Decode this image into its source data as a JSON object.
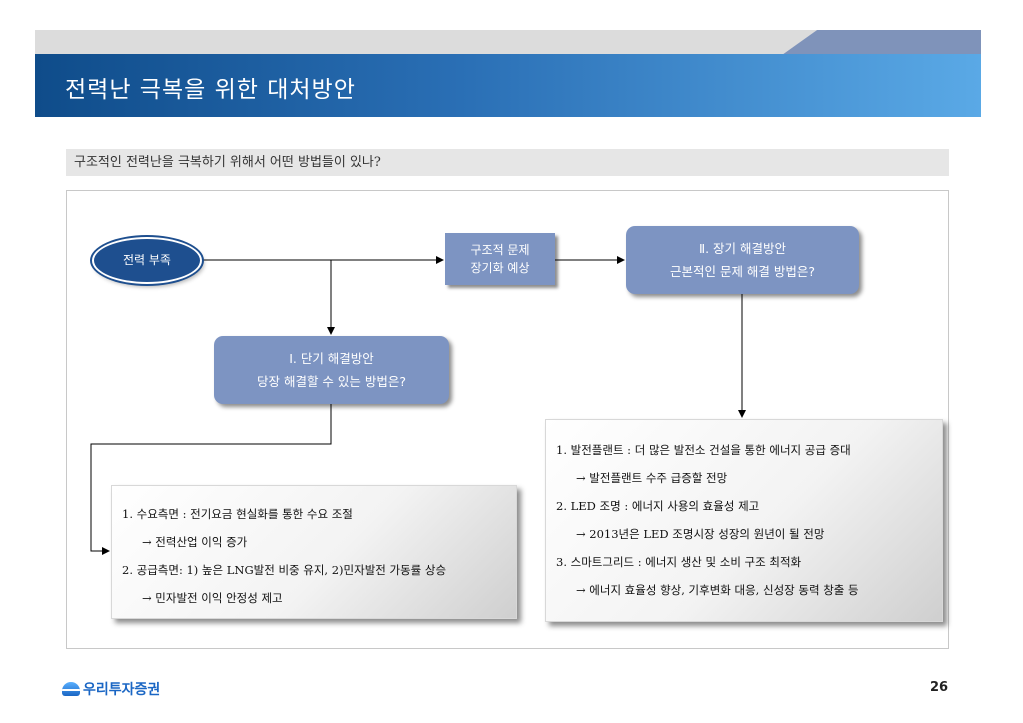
{
  "header": {
    "title": "전력난 극복을 위한 대처방안"
  },
  "question": "구조적인 전력난을 극복하기 위해서 어떤 방법들이 있나?",
  "flow": {
    "start": "전력 부족",
    "structural": [
      "구조적 문제",
      "장기화 예상"
    ],
    "long_term": [
      "Ⅱ. 장기 해결방안",
      "근본적인 문제 해결 방법은?"
    ],
    "short_term": [
      "Ⅰ. 단기 해결방안",
      "당장  해결할 수 있는 방법은?"
    ]
  },
  "short_term_box": [
    "1. 수요측면 : 전기요금 현실화를 통한 수요 조절",
    "→ 전력산업 이익 증가",
    "2. 공급측면: 1) 높은 LNG발전 비중 유지, 2)민자발전 가동률 상승",
    "→ 민자발전 이익 안정성 제고"
  ],
  "long_term_box": [
    "1. 발전플랜트 : 더 많은 발전소 건설을 통한 에너지 공급 증대",
    "→ 발전플랜트 수주 급증할 전망",
    "2. LED 조명 : 에너지 사용의 효율성 제고",
    "→ 2013년은 LED 조명시장 성장의 원년이 될 전망",
    "3. 스마트그리드 : 에너지 생산 및 소비 구조 최적화",
    "→ 에너지 효율성 향상, 기후변화 대응, 신성장 동력 창출 등"
  ],
  "footer": {
    "brand": "우리투자증권",
    "page": "26"
  },
  "colors": {
    "header_dark": "#0f4c8a",
    "header_light": "#5aa9e6",
    "box_fill": "#7d94c2",
    "oval_fill": "#1e4f8f",
    "brand": "#1a66c4"
  }
}
